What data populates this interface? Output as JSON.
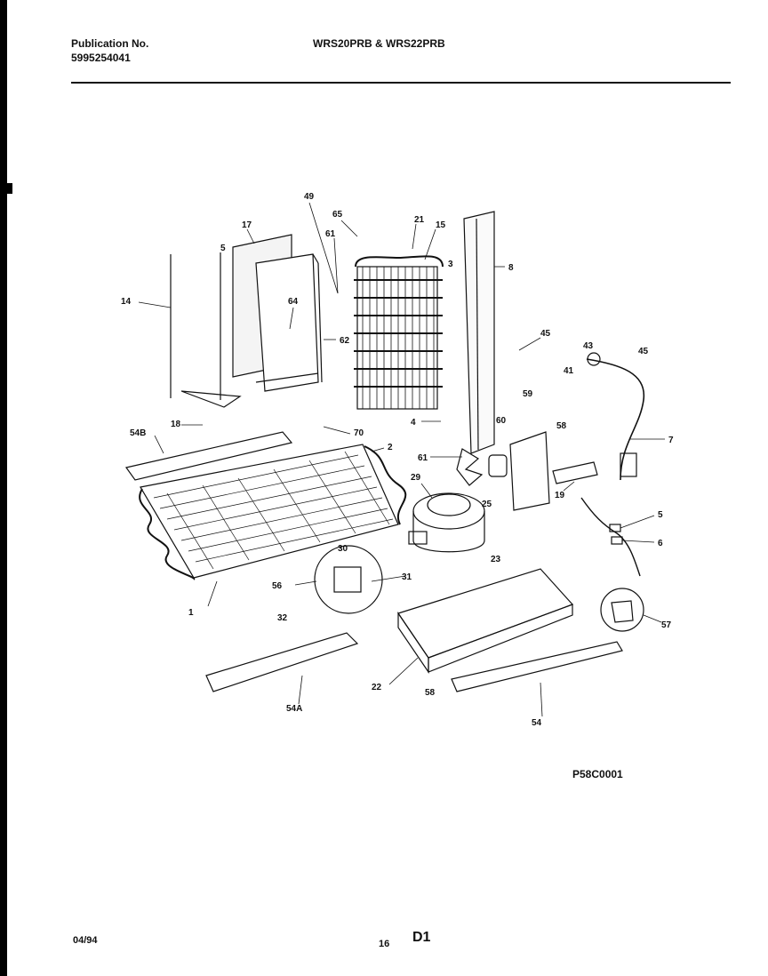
{
  "header": {
    "publication_label": "Publication No.",
    "publication_number": "5995254041",
    "models": "WRS20PRB & WRS22PRB"
  },
  "diagram": {
    "part_labels": [
      "49",
      "65",
      "21",
      "15",
      "17",
      "61",
      "3",
      "8",
      "14",
      "5",
      "64",
      "62",
      "45",
      "43",
      "45",
      "41",
      "7",
      "18",
      "54B",
      "4",
      "70",
      "2",
      "60",
      "59",
      "58",
      "61",
      "19",
      "29",
      "25",
      "5",
      "6",
      "23",
      "30",
      "56",
      "31",
      "32",
      "1",
      "57",
      "22",
      "58",
      "54A",
      "54"
    ]
  },
  "figure_code": "P58C0001",
  "footer": {
    "date": "04/94",
    "page": "16",
    "section": "D1"
  }
}
